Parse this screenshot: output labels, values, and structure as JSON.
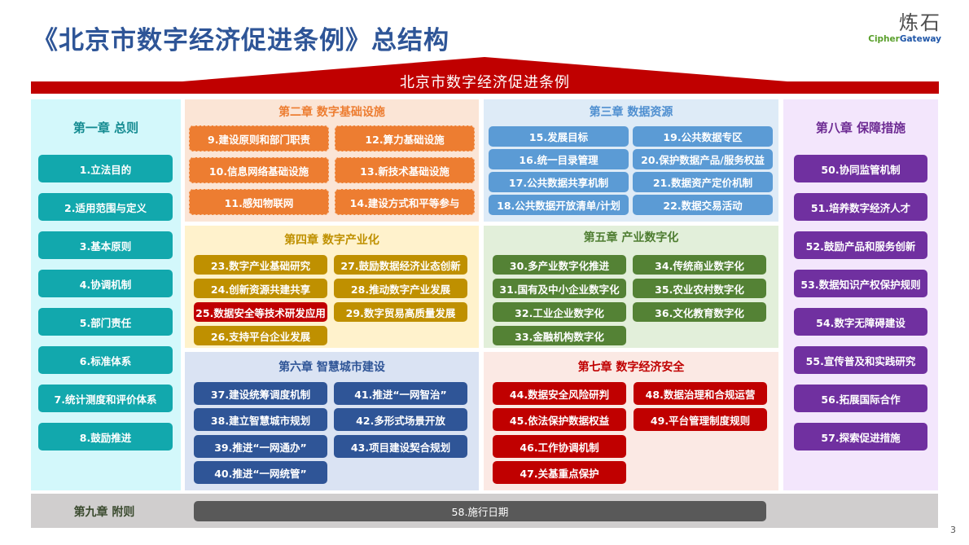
{
  "title": "《北京市数字经济促进条例》总结构",
  "logo": {
    "cn": "炼石",
    "en_part1": "Cipher",
    "en_part2": "Gateway"
  },
  "banner": {
    "label": "北京市数字经济促进条例",
    "color": "#c00000"
  },
  "chapters": {
    "ch1": {
      "title": "第一章 总则",
      "color": "#12a8ad",
      "items": [
        "1.立法目的",
        "2.适用范围与定义",
        "3.基本原则",
        "4.协调机制",
        "5.部门责任",
        "6.标准体系",
        "7.统计测度和评价体系",
        "8.鼓励推进"
      ]
    },
    "ch2": {
      "title": "第二章 数字基础设施",
      "color": "#ed7d31",
      "items": [
        "9.建设原则和部门职责",
        "10.信息网络基础设施",
        "11.感知物联网",
        "12.算力基础设施",
        "13.新技术基础设施",
        "14.建设方式和平等参与"
      ]
    },
    "ch3": {
      "title": "第三章 数据资源",
      "color": "#5b9bd5",
      "items": [
        "15.发展目标",
        "16.统一目录管理",
        "17.公共数据共享机制",
        "18.公共数据开放清单/计划",
        "19.公共数据专区",
        "20.保护数据产品/服务权益",
        "21.数据资产定价机制",
        "22.数据交易活动"
      ]
    },
    "ch4": {
      "title": "第四章 数字产业化",
      "color": "#bf9000",
      "highlight_color": "#c00000",
      "items": [
        "23.数字产业基础研究",
        "24.创新资源共建共享",
        "25.数据安全等技术研发应用",
        "26.支持平台企业发展",
        "27.鼓励数据经济业态创新",
        "28.推动数字产业发展",
        "29.数字贸易高质量发展"
      ]
    },
    "ch5": {
      "title": "第五章 产业数字化",
      "color": "#548235",
      "items": [
        "30.多产业数字化推进",
        "31.国有及中小企业数字化",
        "32.工业企业数字化",
        "33.金融机构数字化",
        "34.传统商业数字化",
        "35.农业农村数字化",
        "36.文化教育数字化"
      ]
    },
    "ch6": {
      "title": "第六章 智慧城市建设",
      "color": "#2f5597",
      "items": [
        "37.建设统筹调度机制",
        "38.建立智慧城市规划",
        "39.推进“一网通办”",
        "40.推进“一网统管”",
        "41.推进“一网智治”",
        "42.多形式场景开放",
        "43.项目建设契合规划"
      ]
    },
    "ch7": {
      "title": "第七章 数字经济安全",
      "color": "#c00000",
      "items": [
        "44.数据安全风险研判",
        "45.依法保护数据权益",
        "46.工作协调机制",
        "47.关基重点保护",
        "48.数据治理和合规运营",
        "49.平台管理制度规则"
      ]
    },
    "ch8": {
      "title": "第八章 保障措施",
      "color": "#7030a0",
      "items": [
        "50.协同监管机制",
        "51.培养数字经济人才",
        "52.鼓励产品和服务创新",
        "53.数据知识产权保护规则",
        "54.数字无障碍建设",
        "55.宣传普及和实践研究",
        "56.拓展国际合作",
        "57.探索促进措施"
      ]
    },
    "ch9": {
      "title": "第九章 附则",
      "color": "#595959",
      "items": [
        "58.施行日期"
      ]
    }
  },
  "page_number": "3"
}
